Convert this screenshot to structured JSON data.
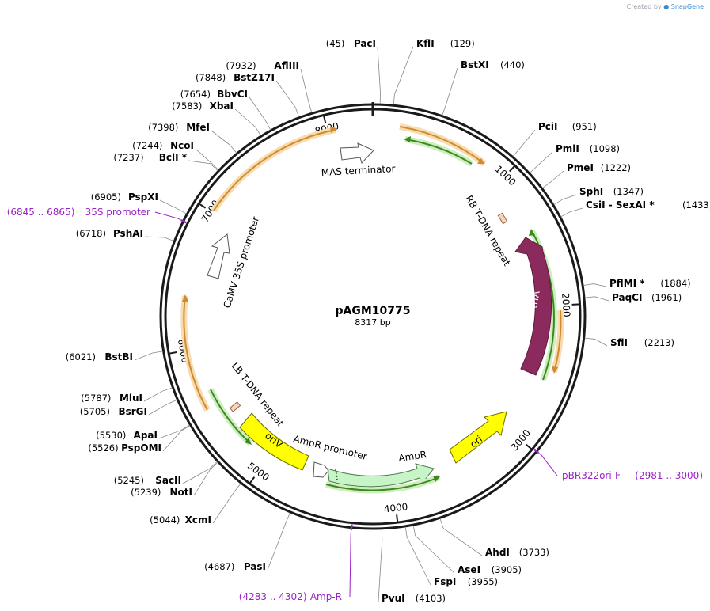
{
  "watermark": {
    "created_by": "Created by",
    "brand": "SnapGene"
  },
  "plasmid": {
    "name": "pAGM10775",
    "length_label": "8317 bp",
    "length": 8317
  },
  "ticks": [
    {
      "pos": 1000,
      "label": "1000"
    },
    {
      "pos": 2000,
      "label": "2000"
    },
    {
      "pos": 3000,
      "label": "3000"
    },
    {
      "pos": 4000,
      "label": "4000"
    },
    {
      "pos": 5000,
      "label": "5000"
    },
    {
      "pos": 6000,
      "label": "6000"
    },
    {
      "pos": 7000,
      "label": "7000"
    },
    {
      "pos": 8000,
      "label": "8000"
    }
  ],
  "sites": [
    {
      "name": "PacI",
      "pos": "(45)",
      "bp": 45,
      "side": "left"
    },
    {
      "name": "KflI",
      "pos": "(129)",
      "bp": 129,
      "side": "right"
    },
    {
      "name": "BstXI",
      "pos": "(440)",
      "bp": 440,
      "side": "right"
    },
    {
      "name": "PciI",
      "pos": "(951)",
      "bp": 951,
      "side": "right"
    },
    {
      "name": "PmlI",
      "pos": "(1098)",
      "bp": 1098,
      "side": "right"
    },
    {
      "name": "PmeI",
      "pos": "(1222)",
      "bp": 1222,
      "side": "right"
    },
    {
      "name": "SphI",
      "pos": "(1347)",
      "bp": 1347,
      "side": "right"
    },
    {
      "name": "CsiI  - SexAI *",
      "pos": "(1433)",
      "bp": 1433,
      "side": "right"
    },
    {
      "name": "PflMI *",
      "pos": "(1884)",
      "bp": 1884,
      "side": "right"
    },
    {
      "name": "PaqCI",
      "pos": "(1961)",
      "bp": 1961,
      "side": "right"
    },
    {
      "name": "SfiI",
      "pos": "(2213)",
      "bp": 2213,
      "side": "right"
    },
    {
      "name": "AhdI",
      "pos": "(3733)",
      "bp": 3733,
      "side": "right"
    },
    {
      "name": "AseI",
      "pos": "(3905)",
      "bp": 3905,
      "side": "right"
    },
    {
      "name": "FspI",
      "pos": "(3955)",
      "bp": 3955,
      "side": "right"
    },
    {
      "name": "PvuI",
      "pos": "(4103)",
      "bp": 4103,
      "side": "right"
    },
    {
      "name": "PasI",
      "pos": "(4687)",
      "bp": 4687,
      "side": "left"
    },
    {
      "name": "XcmI",
      "pos": "(5044)",
      "bp": 5044,
      "side": "left"
    },
    {
      "name": "SacII",
      "pos": "(5245)",
      "bp": 5245,
      "side": "left"
    },
    {
      "name": "NotI",
      "pos": "(5239)",
      "bp": 5239,
      "side": "left"
    },
    {
      "name": "ApaI",
      "pos": "(5530)",
      "bp": 5530,
      "side": "left"
    },
    {
      "name": "PspOMI",
      "pos": "(5526)",
      "bp": 5526,
      "side": "left"
    },
    {
      "name": "MluI",
      "pos": "(5787)",
      "bp": 5787,
      "side": "left"
    },
    {
      "name": "BsrGI",
      "pos": "(5705)",
      "bp": 5705,
      "side": "left"
    },
    {
      "name": "BstBI",
      "pos": "(6021)",
      "bp": 6021,
      "side": "left"
    },
    {
      "name": "PshAI",
      "pos": "(6718)",
      "bp": 6718,
      "side": "left"
    },
    {
      "name": "PspXI",
      "pos": "(6905)",
      "bp": 6905,
      "side": "left"
    },
    {
      "name": "NcoI",
      "pos": "(7244)",
      "bp": 7244,
      "side": "left"
    },
    {
      "name": "BclI *",
      "pos": "(7237)",
      "bp": 7237,
      "side": "left"
    },
    {
      "name": "MfeI",
      "pos": "(7398)",
      "bp": 7398,
      "side": "left"
    },
    {
      "name": "XbaI",
      "pos": "(7583)",
      "bp": 7583,
      "side": "left"
    },
    {
      "name": "BbvCI",
      "pos": "(7654)",
      "bp": 7654,
      "side": "left"
    },
    {
      "name": "BstZ17I",
      "pos": "(7848)",
      "bp": 7848,
      "side": "left"
    },
    {
      "name": "AflIII",
      "pos": "(7932)",
      "bp": 7932,
      "side": "left"
    }
  ],
  "primers": [
    {
      "name": "35S promoter",
      "range": "(6845 .. 6865)",
      "bp": 6855
    },
    {
      "name": "pBR322ori-F",
      "range": "(2981 .. 3000)",
      "bp": 2990
    },
    {
      "name": "Amp-R",
      "range": "(4283 .. 4302)",
      "bp": 4292
    }
  ],
  "features": [
    {
      "name": "MAS terminator"
    },
    {
      "name": "RB T-DNA repeat"
    },
    {
      "name": "trfA"
    },
    {
      "name": "ori"
    },
    {
      "name": "AmpR"
    },
    {
      "name": "AmpR promoter"
    },
    {
      "name": "oriV"
    },
    {
      "name": "LB T-DNA repeat"
    },
    {
      "name": "CaMV 35S promoter"
    }
  ],
  "colors": {
    "backbone": "#1a1a1a",
    "orange_arc": "#e8a04a",
    "green_arc": "#4a9a2a",
    "trfA": "#8b2a5c",
    "yellow": "#ffff00",
    "light_green": "#c8f5c8",
    "primer": "#9b22c9",
    "repeat": "#f5d5bc"
  }
}
